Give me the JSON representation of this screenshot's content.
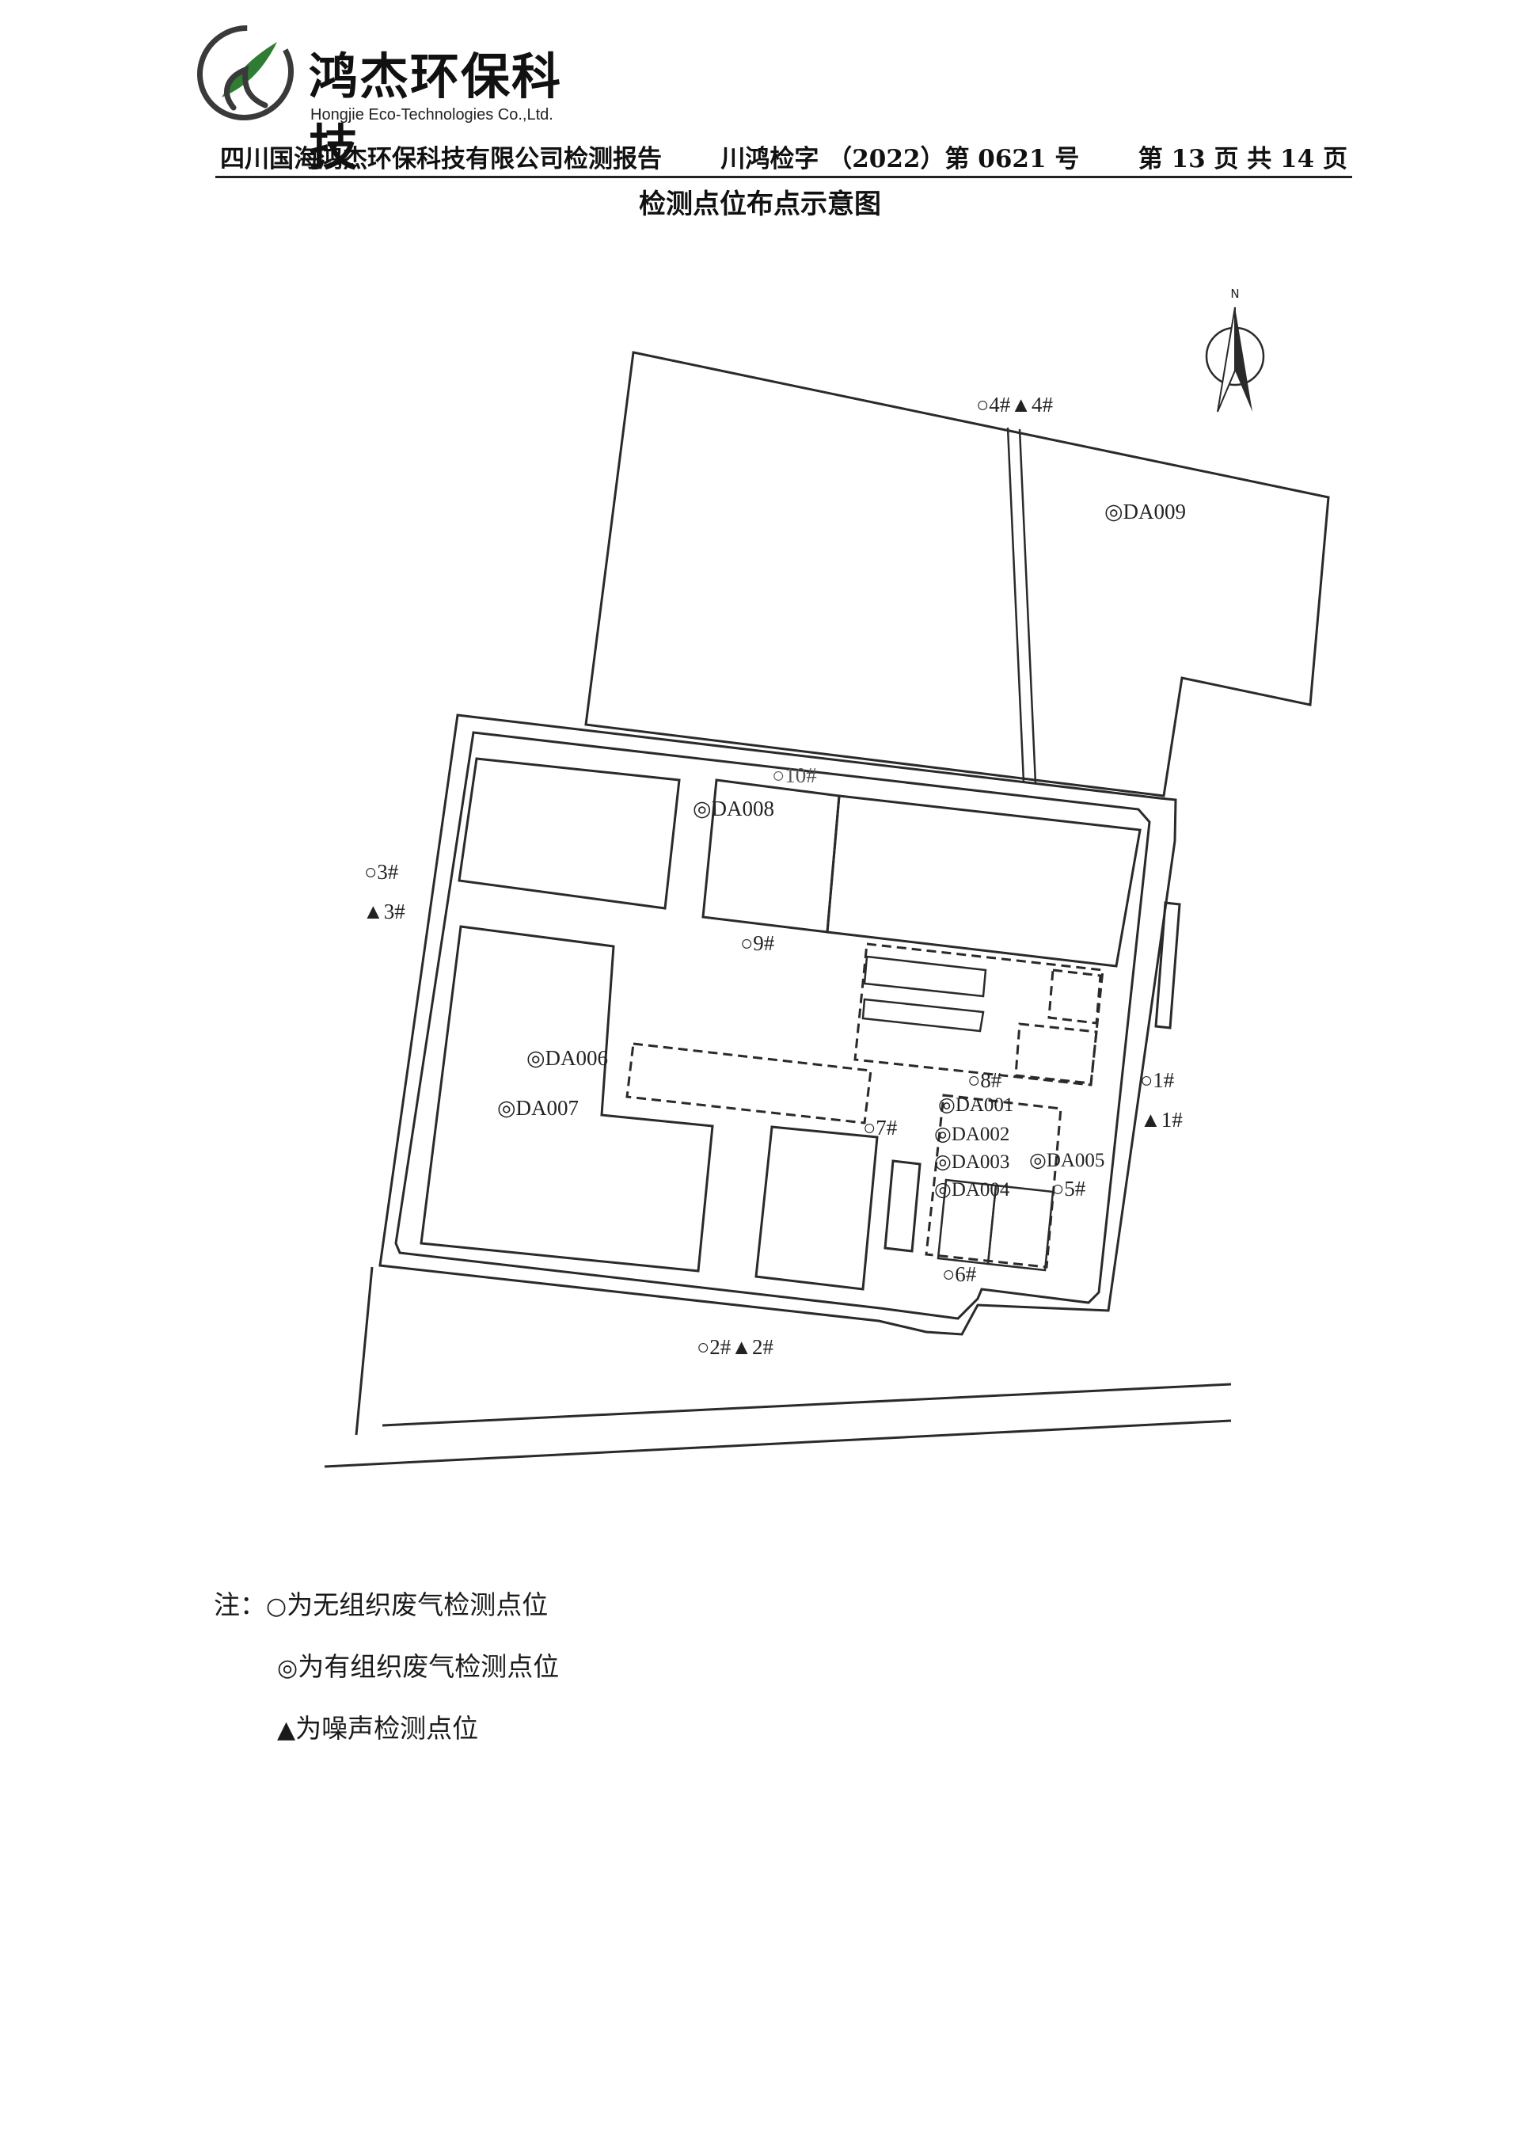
{
  "company": {
    "name_cn": "鸿杰环保科技",
    "name_en": "Hongjie Eco-Technologies Co.,Ltd."
  },
  "header": {
    "org": "四川国海鸿杰环保科技有限公司检测报告",
    "report_no": "川鸿检字 （2022）第 0621 号",
    "page": "第 13 页 共 14 页"
  },
  "title": "检测点位布点示意图",
  "compass": {
    "label": "N",
    "icon": "north-arrow-icon"
  },
  "map": {
    "symbols": {
      "unorganized": "○",
      "organized": "◎",
      "noise": "▲"
    },
    "unorganized_points": [
      "1#",
      "2#",
      "3#",
      "4#",
      "5#",
      "6#",
      "7#",
      "8#",
      "9#",
      "10#"
    ],
    "organized_points": [
      "DA001",
      "DA002",
      "DA003",
      "DA004",
      "DA005",
      "DA006",
      "DA007",
      "DA008",
      "DA009"
    ],
    "noise_points": [
      "1#",
      "2#",
      "3#",
      "4#"
    ],
    "labels": {
      "p1": "○1#",
      "n1": "▲1#",
      "p2n2": "○2#▲2#",
      "p3": "○3#",
      "n3": "▲3#",
      "p4n4": "○4#▲4#",
      "p5": "○5#",
      "p6": "○6#",
      "p7": "○7#",
      "p8": "○8#",
      "p9": "○9#",
      "p10": "○10#",
      "da001": "◎DA001",
      "da002": "◎DA002",
      "da003": "◎DA003",
      "da004": "◎DA004",
      "da005": "◎DA005",
      "da006": "◎DA006",
      "da007": "◎DA007",
      "da008": "◎DA008",
      "da009": "◎DA009"
    }
  },
  "legend": {
    "prefix": "注：",
    "items": [
      {
        "symbol": "○",
        "text": "为无组织废气检测点位"
      },
      {
        "symbol": "◎",
        "text": "为有组织废气检测点位"
      },
      {
        "symbol": "▲",
        "text": "为噪声检测点位"
      }
    ]
  },
  "colors": {
    "ink": "#1a1a1a",
    "logo_green": "#2e7d32"
  }
}
